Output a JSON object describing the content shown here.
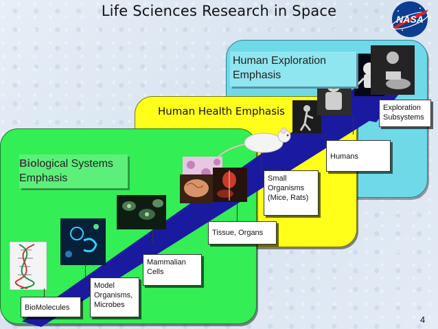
{
  "title": "Life Sciences Research in Space",
  "logo_text": "NASA",
  "emphasis": {
    "human_exploration": [
      "Human Exploration",
      "Emphasis"
    ],
    "human_health": "Human Health Emphasis",
    "biological": {
      "highlight": "Bio",
      "rest_of_word": "logical",
      "rest": " Systems",
      "line2": "Emphasis"
    }
  },
  "categories": [
    {
      "id": "biomolecules",
      "lines": [
        "BioMolecules"
      ]
    },
    {
      "id": "model-organisms",
      "lines": [
        "Model",
        "Organisms,",
        "Microbes"
      ]
    },
    {
      "id": "mammalian-cells",
      "lines": [
        "Mammalian",
        "Cells"
      ]
    },
    {
      "id": "tissue-organs",
      "lines": [
        "Tissue, Organs"
      ]
    },
    {
      "id": "small-organisms",
      "lines": [
        "Small",
        "Organisms",
        "(Mice, Rats)"
      ]
    },
    {
      "id": "humans",
      "lines": [
        "Humans"
      ]
    },
    {
      "id": "exploration-subsystems",
      "lines": [
        "Exploration",
        "Subsystems"
      ]
    }
  ],
  "page_number": "4",
  "colors": {
    "panel_blue": "#6fd9e8",
    "panel_yellow": "#ffff1a",
    "panel_green": "#33ee55",
    "arrow": "#1a1aa0",
    "nasa_blue": "#0b3d91",
    "nasa_red": "#d2232a"
  }
}
